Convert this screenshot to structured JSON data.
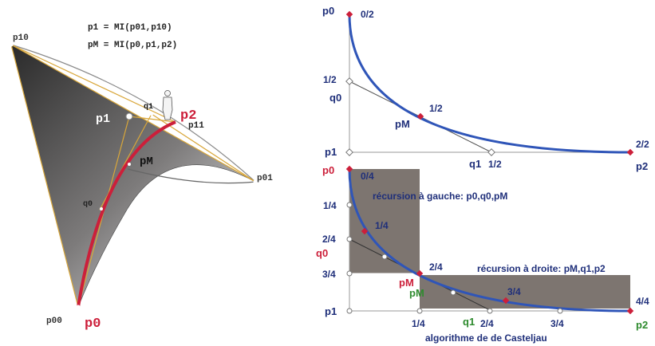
{
  "left": {
    "formula_1": "p1 = MI(p01,p10)",
    "formula_2": "pM = MI(p0,p1,p2)",
    "labels": {
      "p10": "p10",
      "p00": "p00",
      "p01": "p01",
      "p11": "p11",
      "p0": "p0",
      "p1": "p1",
      "p2": "p2",
      "q0": "q0",
      "q1": "q1",
      "pM": "pM"
    }
  },
  "top_right": {
    "labels": {
      "p0": "p0",
      "p1": "p1",
      "p2": "p2",
      "q0": "q0",
      "q1": "q1",
      "pM": "pM",
      "t0": "0/2",
      "t_half_left": "1/2",
      "t_half_mid": "1/2",
      "t_half_bottom": "1/2",
      "t2": "2/2"
    }
  },
  "bottom_right": {
    "labels": {
      "p0": "p0",
      "p1": "p1",
      "p2": "p2",
      "q0": "q0",
      "q1": "q1",
      "pM": "pM",
      "pM_green": "pM",
      "t0": "0/4",
      "t1": "1/4",
      "t2": "2/4",
      "t3": "3/4",
      "t4": "4/4",
      "y_14": "1/4",
      "y_24": "2/4",
      "y_34": "3/4",
      "x_14": "1/4",
      "x_24": "2/4",
      "x_34": "3/4",
      "mid_24": "2/4"
    },
    "recursion_left": "récursion à gauche: p0,q0,pM",
    "recursion_right": "récursion à droite: pM,q1,p2",
    "caption": "algorithme de de Casteljau"
  },
  "colors": {
    "curve_blue": "#2f55b8",
    "red": "#cc1f3a",
    "dark_blue_text": "#1f2f7a",
    "green": "#2e8b2e",
    "box_fill": "#6f6660",
    "gold": "#d9a73a"
  }
}
